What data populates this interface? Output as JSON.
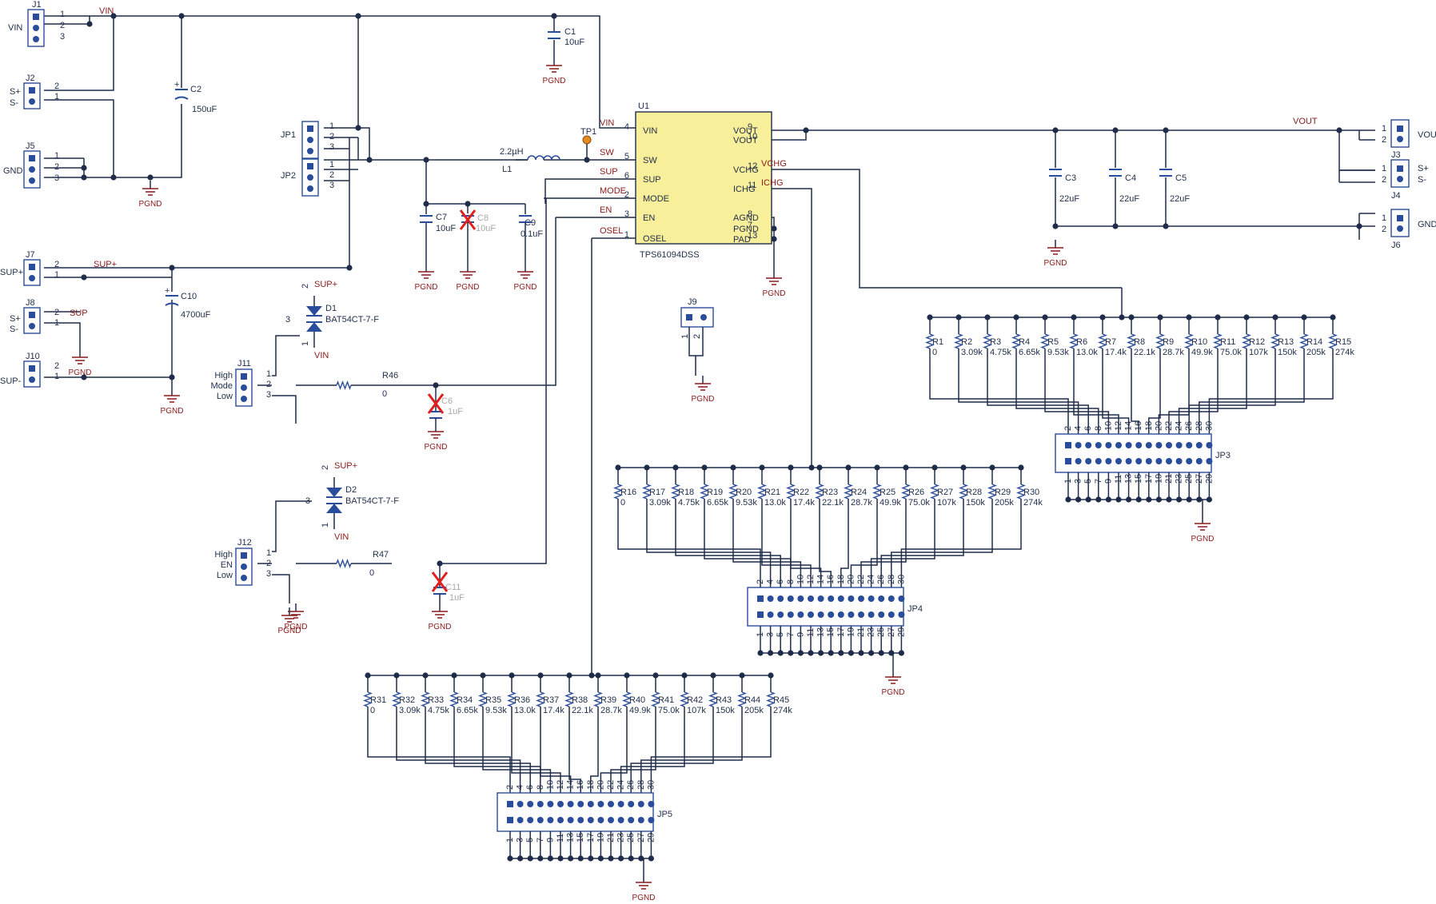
{
  "colors": {
    "wire": "#1f2d4a",
    "part": "#2a4d9b",
    "net": "#8b1a1a",
    "ic_fill": "#f8ef9a",
    "dnp": "#e0201c",
    "tp": "#e58a1e"
  },
  "ic": {
    "ref": "U1",
    "part": "TPS61094DSS",
    "left_pins": [
      {
        "num": "4",
        "name": "VIN",
        "net": "VIN"
      },
      {
        "num": "5",
        "name": "SW",
        "net": "SW"
      },
      {
        "num": "6",
        "name": "SUP",
        "net": "SUP"
      },
      {
        "num": "2",
        "name": "MODE",
        "net": "MODE"
      },
      {
        "num": "3",
        "name": "EN",
        "net": "EN"
      },
      {
        "num": "1",
        "name": "OSEL",
        "net": "OSEL"
      }
    ],
    "right_pins": [
      {
        "num": "9",
        "name": "VOUT",
        "net": ""
      },
      {
        "num": "10",
        "name": "VOUT",
        "net": ""
      },
      {
        "num": "12",
        "name": "VCHG",
        "net": "VCHG"
      },
      {
        "num": "11",
        "name": "ICHG",
        "net": "ICHG"
      },
      {
        "num": "8",
        "name": "AGND",
        "net": ""
      },
      {
        "num": "7",
        "name": "PGND",
        "net": ""
      },
      {
        "num": "13",
        "name": "PAD",
        "net": ""
      }
    ]
  },
  "connectors": [
    {
      "ref": "J1",
      "pins": [
        "1",
        "2",
        "3"
      ],
      "label": "VIN"
    },
    {
      "ref": "J2",
      "pins": [
        "2",
        "1"
      ],
      "labels": [
        "S+",
        "S-"
      ]
    },
    {
      "ref": "J5",
      "pins": [
        "1",
        "2",
        "3"
      ],
      "label": "GND"
    },
    {
      "ref": "JP1",
      "pins": [
        "1",
        "2",
        "3"
      ]
    },
    {
      "ref": "JP2",
      "pins": [
        "1",
        "2",
        "3"
      ]
    },
    {
      "ref": "J7",
      "pins": [
        "2",
        "1"
      ],
      "label": "SUP+"
    },
    {
      "ref": "J8",
      "pins": [
        "2",
        "1"
      ],
      "labels": [
        "S+",
        "S-"
      ]
    },
    {
      "ref": "J10",
      "pins": [
        "2",
        "1"
      ],
      "label": "SUP-"
    },
    {
      "ref": "J11",
      "pins": [
        "1",
        "2",
        "3"
      ],
      "labels": [
        "High",
        "Mode",
        "Low"
      ]
    },
    {
      "ref": "J12",
      "pins": [
        "1",
        "2",
        "3"
      ],
      "labels": [
        "High",
        "EN",
        "Low"
      ]
    },
    {
      "ref": "J9",
      "pins": [
        "1",
        "2"
      ]
    },
    {
      "ref": "J3",
      "pins": [
        "1",
        "2"
      ],
      "label": "VOUT"
    },
    {
      "ref": "J4",
      "pins": [
        "1",
        "2"
      ],
      "labels": [
        "S+",
        "S-"
      ]
    },
    {
      "ref": "J6",
      "pins": [
        "1",
        "2"
      ],
      "label": "GND"
    }
  ],
  "capacitors": [
    {
      "ref": "C1",
      "value": "10uF"
    },
    {
      "ref": "C2",
      "value": "150uF"
    },
    {
      "ref": "C7",
      "value": "10uF"
    },
    {
      "ref": "C8",
      "value": "10uF",
      "dnp": true
    },
    {
      "ref": "C9",
      "value": "0.1uF"
    },
    {
      "ref": "C10",
      "value": "4700uF"
    },
    {
      "ref": "C6",
      "value": "1uF",
      "dnp": true
    },
    {
      "ref": "C11",
      "value": "1uF",
      "dnp": true
    },
    {
      "ref": "C3",
      "value": "22uF"
    },
    {
      "ref": "C4",
      "value": "22uF"
    },
    {
      "ref": "C5",
      "value": "22uF"
    }
  ],
  "inductor": {
    "ref": "L1",
    "value": "2.2µH"
  },
  "testpoint": {
    "ref": "TP1"
  },
  "diodes": [
    {
      "ref": "D1",
      "part": "BAT54CT-7-F",
      "top_net": "SUP+",
      "bottom_net": "VIN"
    },
    {
      "ref": "D2",
      "part": "BAT54CT-7-F",
      "top_net": "SUP+",
      "bottom_net": "VIN"
    }
  ],
  "resistors_single": [
    {
      "ref": "R46",
      "value": "0"
    },
    {
      "ref": "R47",
      "value": "0"
    }
  ],
  "ground_label": "PGND",
  "net_labels": {
    "vin": "VIN",
    "vout": "VOUT",
    "sup_plus": "SUP+",
    "sup": "SUP",
    "vchg": "VCHG",
    "ichg": "ICHG"
  },
  "resistor_values": [
    "0",
    "3.09k",
    "4.75k",
    "6.65k",
    "9.53k",
    "13.0k",
    "17.4k",
    "22.1k",
    "28.7k",
    "49.9k",
    "75.0k",
    "107k",
    "150k",
    "205k",
    "274k"
  ],
  "arrays": [
    {
      "jp": "JP3",
      "start": 1
    },
    {
      "jp": "JP4",
      "start": 16
    },
    {
      "jp": "JP5",
      "start": 31
    }
  ],
  "header_top_pins": [
    "2",
    "4",
    "6",
    "8",
    "10",
    "12",
    "14",
    "16",
    "18",
    "20",
    "22",
    "24",
    "26",
    "28",
    "30"
  ],
  "header_bottom_pins": [
    "1",
    "3",
    "5",
    "7",
    "9",
    "11",
    "13",
    "15",
    "17",
    "19",
    "21",
    "23",
    "25",
    "27",
    "29"
  ]
}
